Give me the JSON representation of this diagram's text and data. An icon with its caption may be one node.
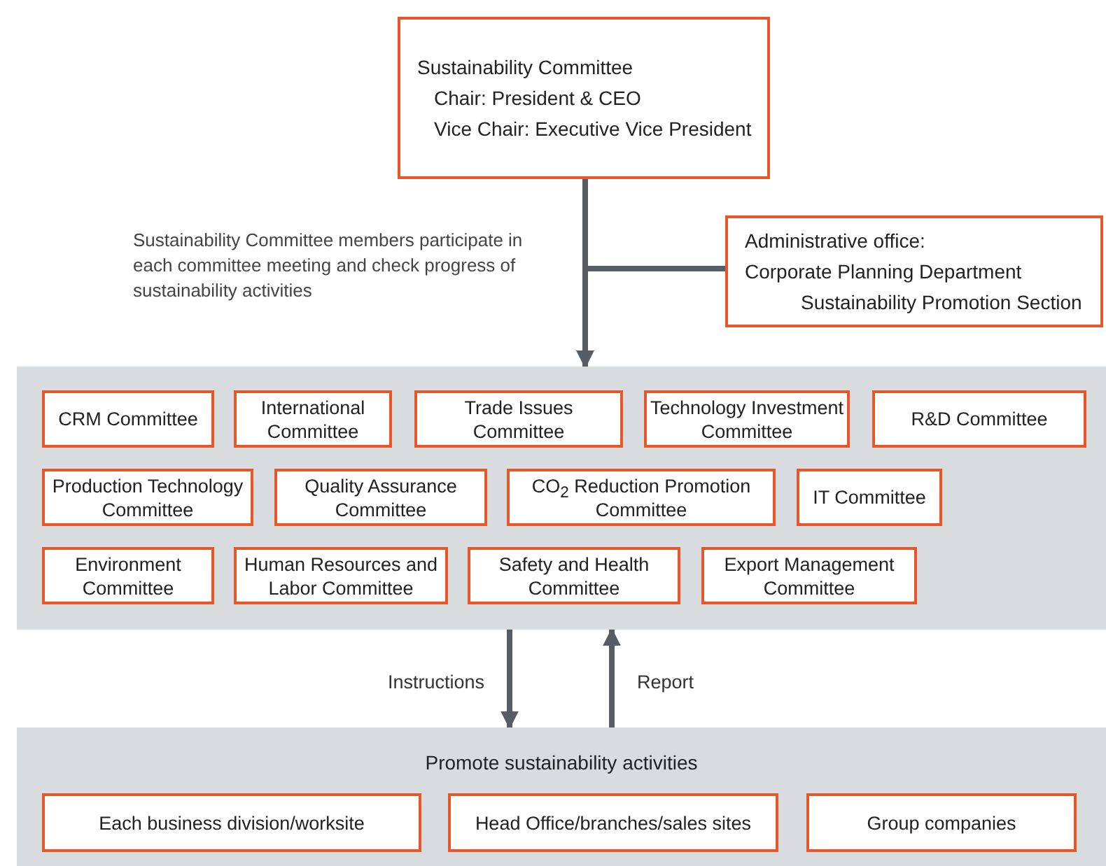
{
  "diagram": {
    "nodes": [
      {
        "text": [
          "Sustainability Committee",
          "Chair: President & CEO",
          "Vice Chair: Executive Vice President"
        ]
      },
      {
        "text": [
          "Administrative office:",
          "Corporate Planning Department",
          "Sustainability Promotion Section"
        ]
      },
      {
        "text": [],
        "shape": "box"
      },
      {
        "text": [
          "CRM Committee"
        ],
        "in": 2
      },
      {
        "text": [
          "International Committee"
        ],
        "in": 2
      },
      {
        "text": [
          "Trade Issues Committee"
        ],
        "in": 2
      },
      {
        "text": [
          "Technology Investment Committee"
        ],
        "in": 2
      },
      {
        "text": [
          "R&D Committee"
        ],
        "in": 2
      },
      {
        "text": [
          "Production Technology Committee"
        ],
        "in": 2
      },
      {
        "text": [
          "Quality Assurance Committee"
        ],
        "in": 2
      },
      {
        "text": [
          "CO$_{2}$ Reduction Promotion Committee"
        ],
        "in": 2
      },
      {
        "text": [
          "IT Committee"
        ],
        "in": 2
      },
      {
        "text": [
          "Environment Committee"
        ],
        "in": 2
      },
      {
        "text": [
          "Human Resources and Labor Committee"
        ],
        "in": 2
      },
      {
        "text": [
          "Safety and Health Committee"
        ],
        "in": 2
      },
      {
        "text": [
          "Export Management Committee"
        ],
        "in": 2
      },
      {
        "text": [
          "Promote sustainability activities"
        ]
      },
      {
        "text": [
          "Each business division/worksite"
        ],
        "in": 16
      },
      {
        "text": [
          "Head Office/branches/sales sites"
        ],
        "in": 16
      },
      {
        "text": [
          "Group companies"
        ],
        "in": 16
      }
    ],
    "edges": [
      {
        "from": 0,
        "to": 2,
        "arrow": "to"
      },
      {
        "from": 1,
        "to": 2,
        "arrow": "to"
      },
      {
        "from": 2,
        "to": 16,
        "arrow": "to",
        "label": "Instructions"
      },
      {
        "from": 16,
        "to": 2,
        "arrow": "to",
        "label": "Report"
      }
    ],
    "labels": [
      "Sustainability Committee members participate in each committee meeting and check progress of sustainability activities"
    ]
  }
}
